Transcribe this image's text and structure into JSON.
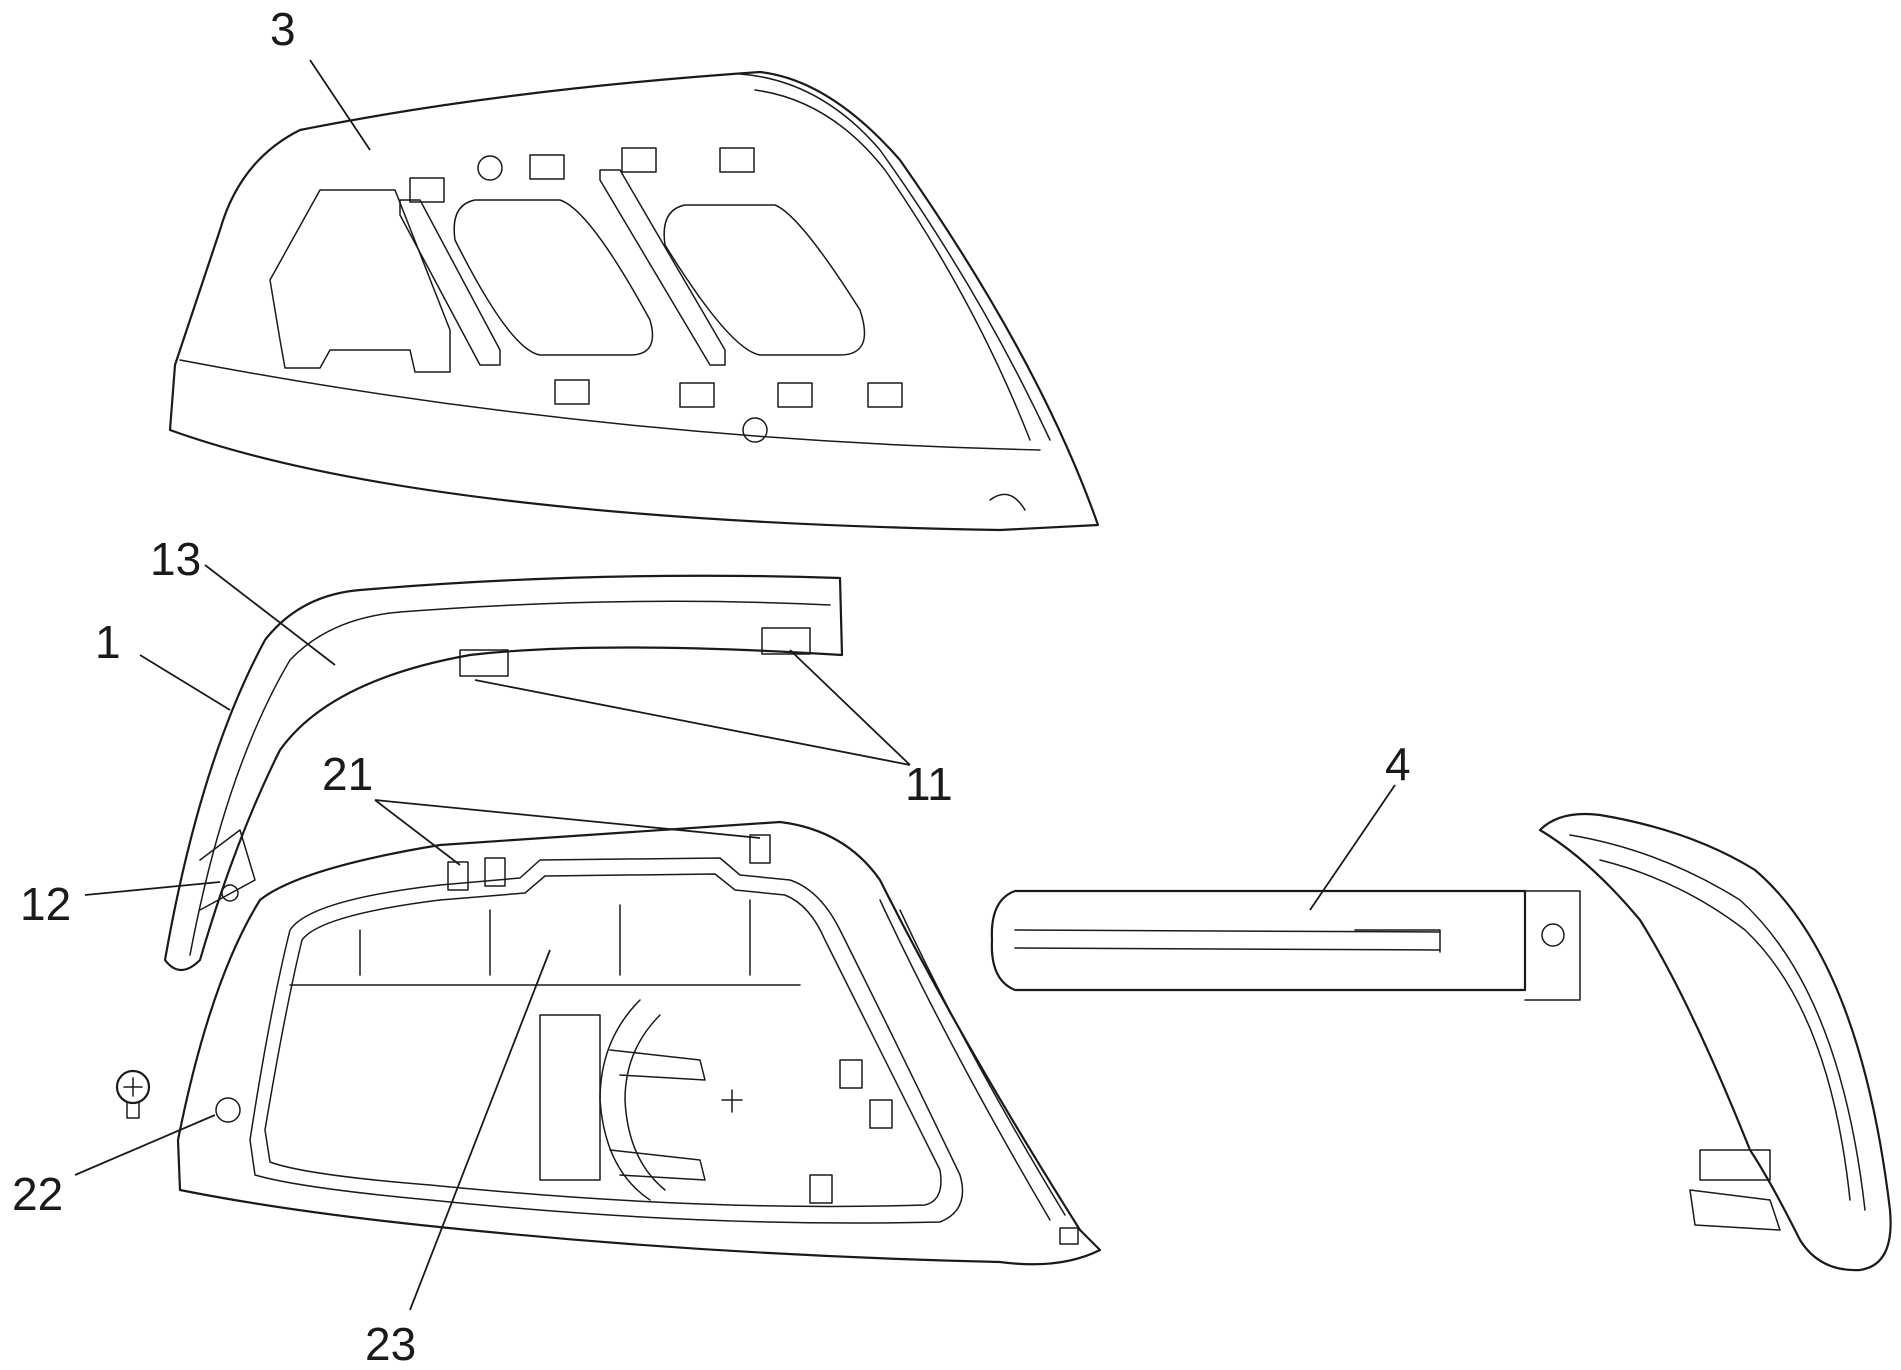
{
  "figure": {
    "labels": {
      "part_3": "3",
      "part_13": "13",
      "part_1": "1",
      "part_11": "11",
      "part_21": "21",
      "part_4": "4",
      "part_12": "12",
      "part_22": "22",
      "part_23": "23"
    }
  }
}
